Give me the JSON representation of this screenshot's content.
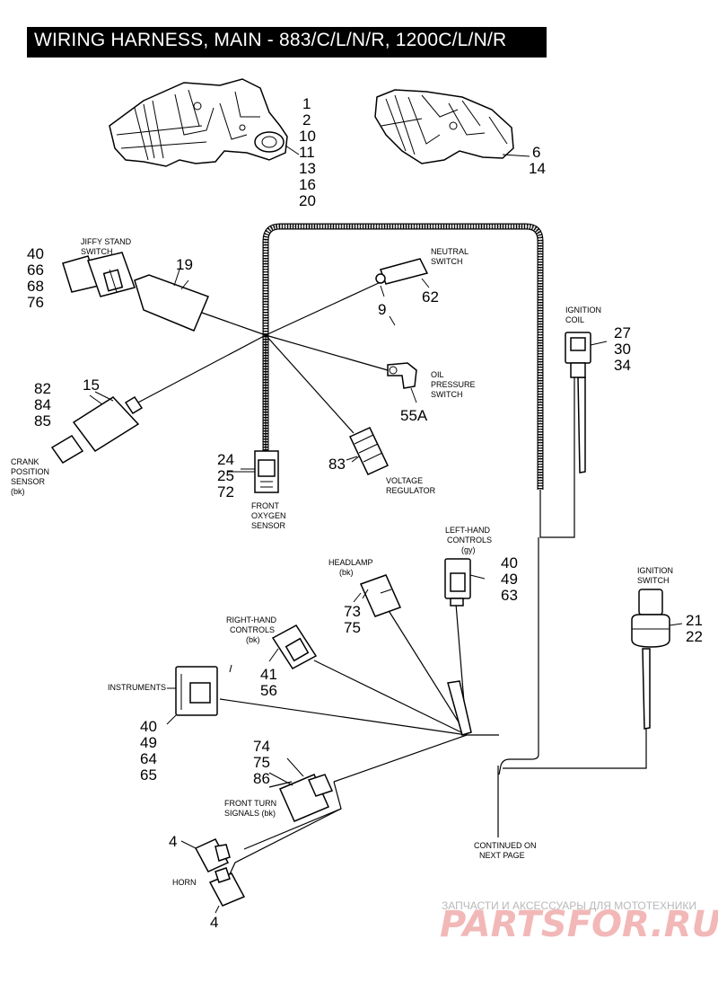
{
  "title": "WIRING HARNESS, MAIN - 883/C/L/N/R, 1200C/L/N/R",
  "callouts": {
    "top_left": [
      "1",
      "2",
      "10",
      "11",
      "13",
      "16",
      "20"
    ],
    "top_right": [
      "6",
      "14"
    ],
    "jiffy_stand": [
      "40",
      "66",
      "68",
      "76"
    ],
    "item_19": "19",
    "item_9": "9",
    "item_62": "62",
    "crank": [
      "82",
      "84",
      "85"
    ],
    "item_15": "15",
    "item_55a": "55A",
    "item_83": "83",
    "oxygen": [
      "24",
      "25",
      "72"
    ],
    "ignition_coil": [
      "27",
      "30",
      "34"
    ],
    "left_hand": [
      "40",
      "49",
      "63"
    ],
    "headlamp": [
      "73",
      "75"
    ],
    "right_hand": [
      "41",
      "56"
    ],
    "instruments": [
      "40",
      "49",
      "64",
      "65"
    ],
    "turn_signals": [
      "74",
      "75",
      "86"
    ],
    "ignition_switch": [
      "21",
      "22"
    ],
    "horn_top": "4",
    "horn_bottom": "4"
  },
  "labels": {
    "jiffy_stand": [
      "JIFFY STAND",
      "SWITCH"
    ],
    "neutral_switch": [
      "NEUTRAL",
      "SWITCH"
    ],
    "oil_pressure": [
      "OIL",
      "PRESSURE",
      "SWITCH"
    ],
    "crank_position": [
      "CRANK",
      "POSITION",
      "SENSOR",
      "(bk)"
    ],
    "front_oxygen": [
      "FRONT",
      "OXYGEN",
      "SENSOR"
    ],
    "voltage_regulator": [
      "VOLTAGE",
      "REGULATOR"
    ],
    "ignition_coil": [
      "IGNITION",
      "COIL"
    ],
    "left_hand_controls": [
      "LEFT-HAND",
      "CONTROLS",
      "(gy)"
    ],
    "headlamp": [
      "HEADLAMP",
      "(bk)"
    ],
    "right_hand_controls": [
      "RIGHT-HAND",
      "CONTROLS",
      "(bk)"
    ],
    "instruments": "INSTRUMENTS",
    "ignition_switch": [
      "IGNITION",
      "SWITCH"
    ],
    "front_turn_signals": [
      "FRONT TURN",
      "SIGNALS (bk)"
    ],
    "continued": [
      "CONTINUED ON",
      "NEXT PAGE"
    ],
    "horn": "HORN"
  },
  "watermark": {
    "tagline": "ЗАПЧАСТИ И АКСЕССУАРЫ ДЛЯ МОТОТЕХНИКИ",
    "brand": "PARTSFOR.RU"
  }
}
